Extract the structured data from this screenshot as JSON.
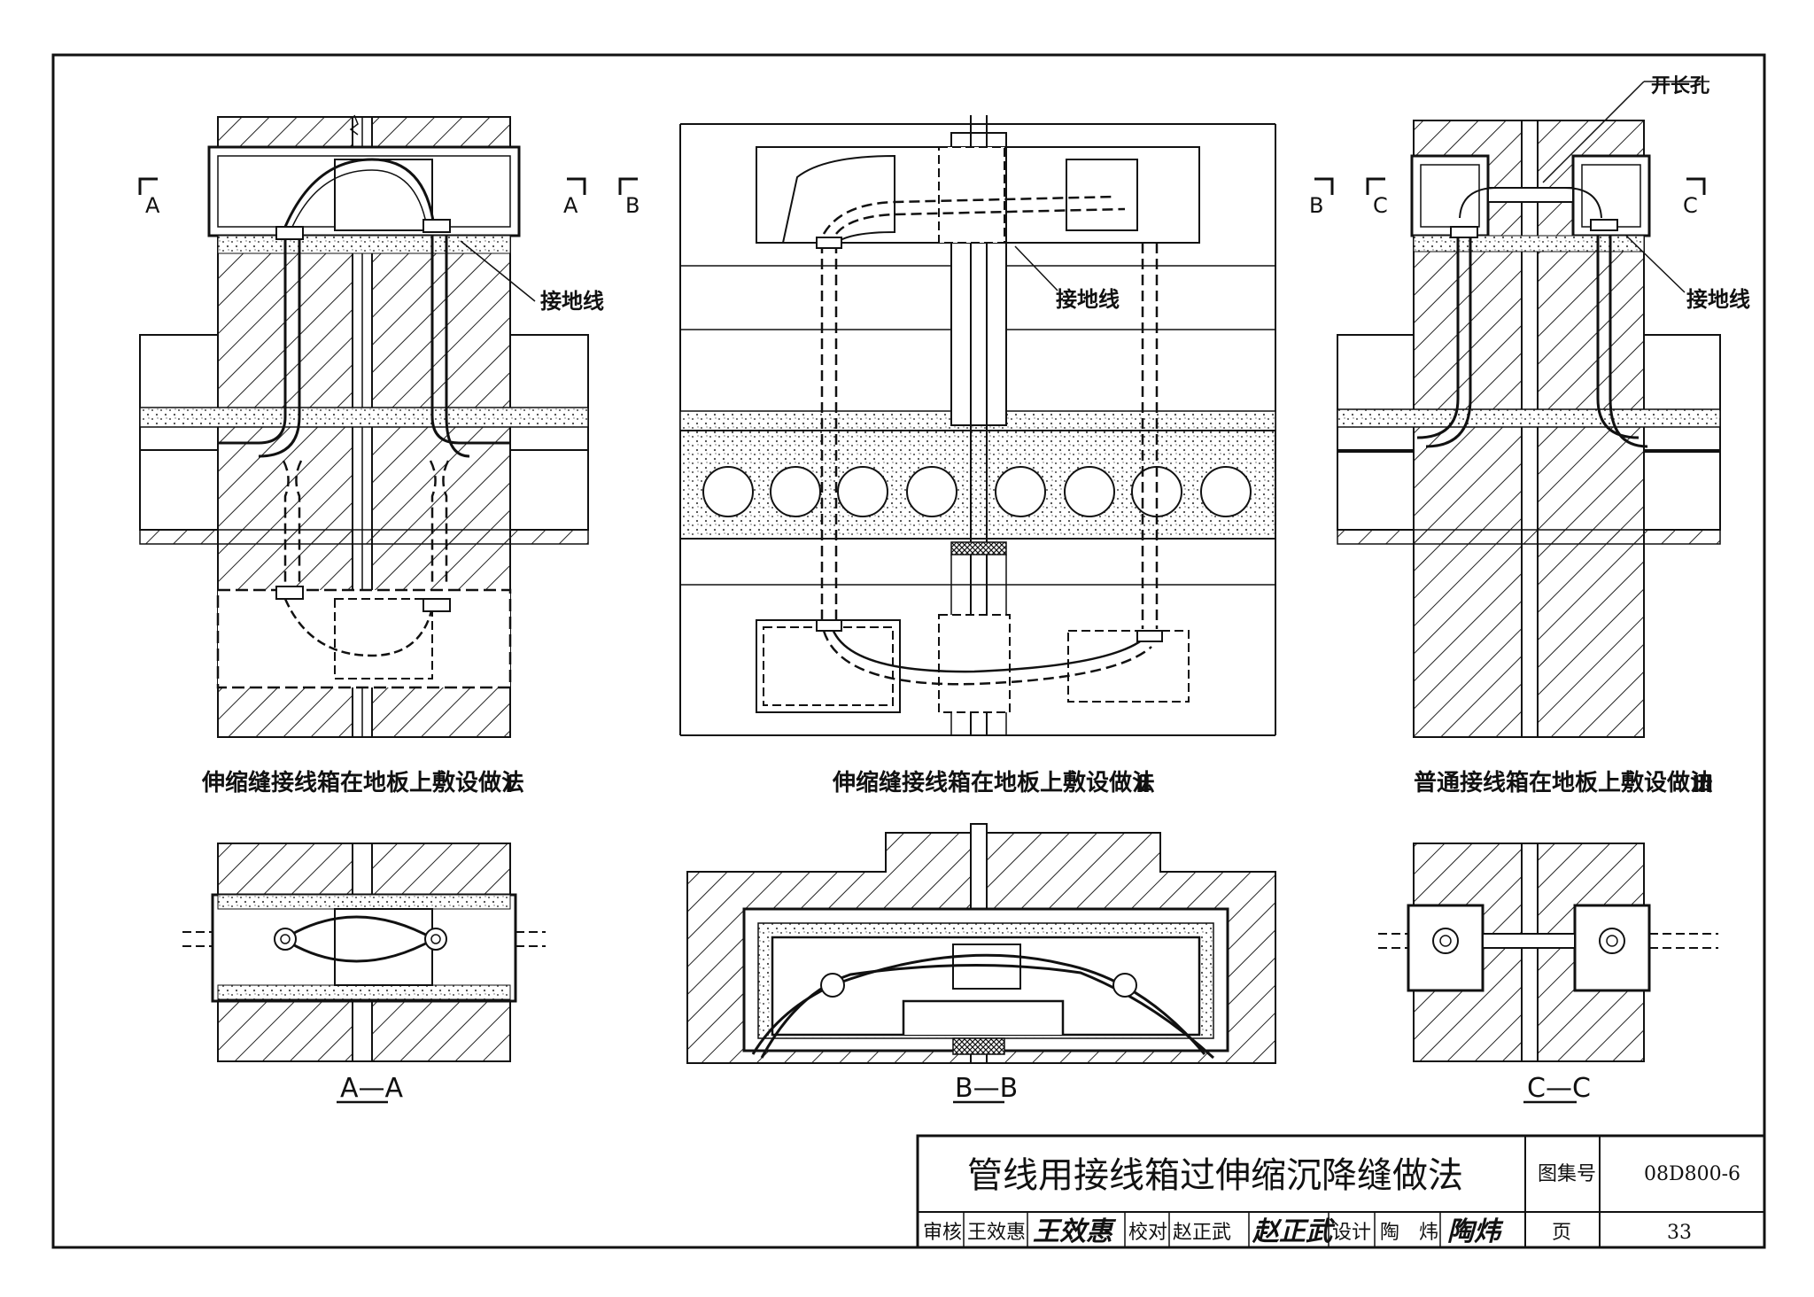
{
  "drawings": {
    "detail_1": {
      "caption": "伸缩缝接线箱在地板上敷设做法",
      "numeral": "Ⅰ",
      "ground_label": "接地线",
      "section_mark": "A"
    },
    "detail_2": {
      "caption": "伸缩缝接线箱在地板上敷设做法",
      "numeral": "Ⅱ",
      "ground_label": "接地线",
      "section_mark": "B"
    },
    "detail_3": {
      "caption": "普通接线箱在地板上敷设做法",
      "numeral": "Ⅲ",
      "ground_label": "接地线",
      "slot_label": "开长孔",
      "section_mark": "C"
    },
    "sections": {
      "aa": "A—A",
      "bb": "B—B",
      "cc": "C—C"
    }
  },
  "title_block": {
    "title": "管线用接线箱过伸缩沉降缝做法",
    "atlas_label": "图集号",
    "atlas_no": "08D800-6",
    "review_label": "审核",
    "review_name": "王效惠",
    "review_sig": "王效惠",
    "check_label": "校对",
    "check_name": "赵正武",
    "check_sig": "赵正武",
    "design_label": "设计",
    "design_name": "陶　炜",
    "design_sig": "陶炜",
    "page_label": "页",
    "page_no": "33"
  }
}
